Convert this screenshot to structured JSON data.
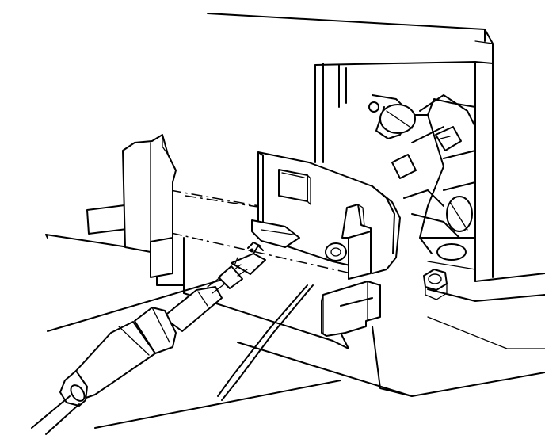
{
  "figure": {
    "background_color": "#ffffff",
    "line_color": "#000000",
    "style": "black line-art technical illustration",
    "parts": [
      "cabinet-housing",
      "mounting-bracket-with-square-cutout",
      "clamp-plate-left",
      "clamp-plate-right",
      "pivot-bracket",
      "mechanism-assembly",
      "hex-nut",
      "electrical-connector",
      "connector-boot",
      "cable",
      "plunger-rod"
    ],
    "alignment_guides": "dash-dot lines"
  }
}
